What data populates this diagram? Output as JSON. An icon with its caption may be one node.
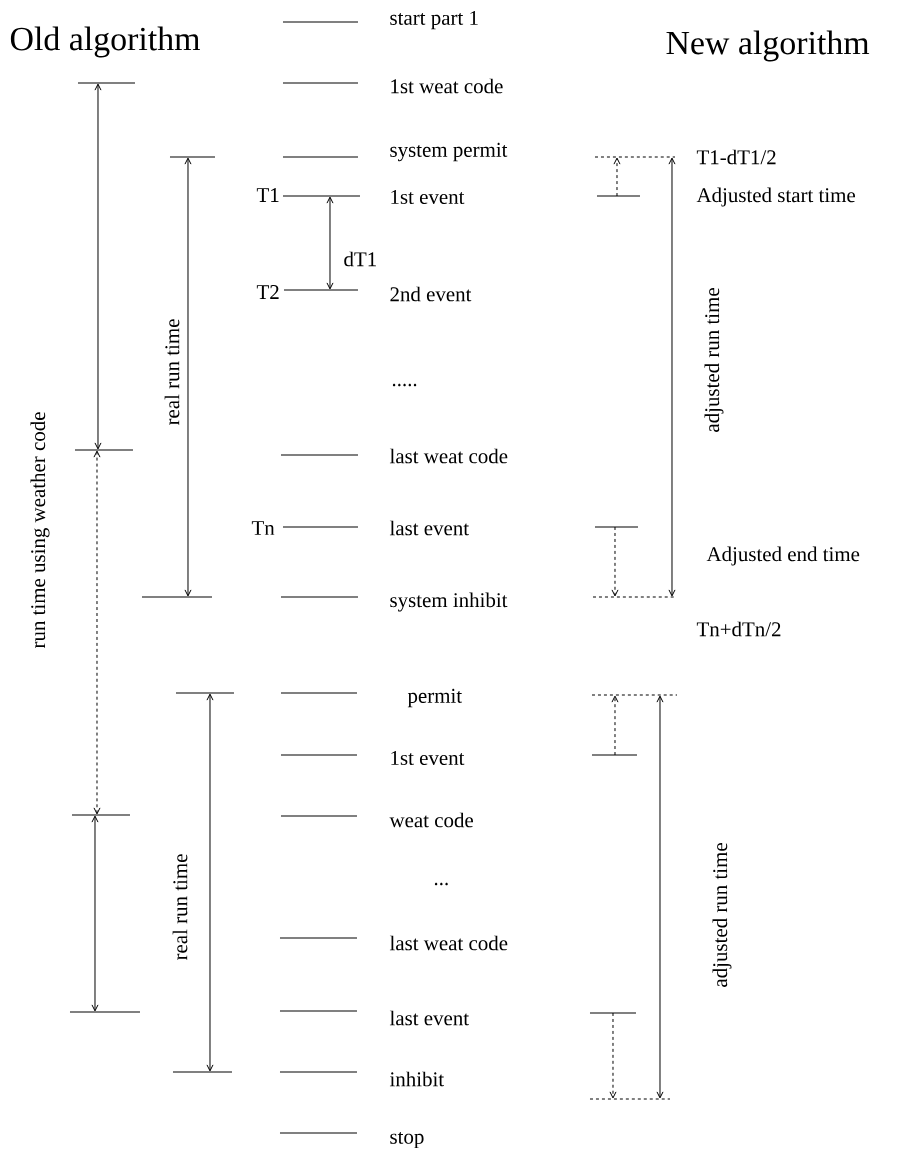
{
  "diagram": {
    "labels": [
      "Old algorithm",
      "start part 1",
      "New algorithm",
      "1st weat code",
      "system permit",
      "T1-dT1/2",
      "T1",
      "1st event",
      "Adjusted start time",
      "dT1",
      "T2",
      "2nd event",
      "adjusted run time",
      ".....",
      "run time using weather code",
      "real run time",
      "last weat code",
      "Tn",
      "last event",
      "Adjusted end time",
      "system inhibit",
      "Tn+dTn/2",
      "permit",
      "1st event",
      "weat code",
      "real run time",
      "adjusted run time",
      "...",
      "last weat code",
      "last event",
      "inhibit",
      "stop"
    ]
  }
}
